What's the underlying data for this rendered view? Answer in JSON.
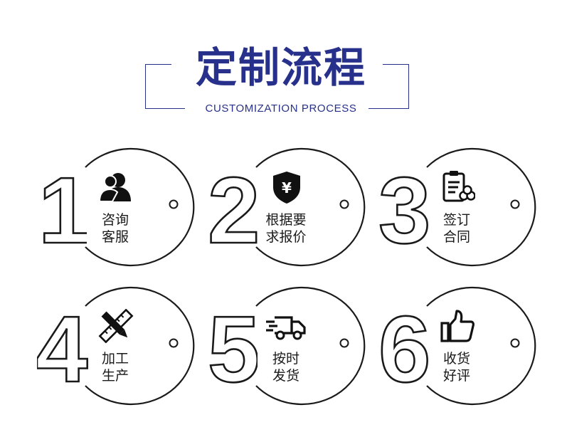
{
  "header": {
    "title": "定制流程",
    "subtitle": "CUSTOMIZATION PROCESS"
  },
  "colors": {
    "accent": "#27318b",
    "ink": "#1a1a1a"
  },
  "steps": [
    {
      "number": "1",
      "line1": "咨询",
      "line2": "客服",
      "icon": "customer-service-icon"
    },
    {
      "number": "2",
      "line1": "根据要",
      "line2": "求报价",
      "icon": "yen-shield-icon"
    },
    {
      "number": "3",
      "line1": "签订",
      "line2": "合同",
      "icon": "contract-icon"
    },
    {
      "number": "4",
      "line1": "加工",
      "line2": "生产",
      "icon": "pencil-ruler-icon"
    },
    {
      "number": "5",
      "line1": "按时",
      "line2": "发货",
      "icon": "delivery-truck-icon"
    },
    {
      "number": "6",
      "line1": "收货",
      "line2": "好评",
      "icon": "thumbs-up-icon"
    }
  ]
}
